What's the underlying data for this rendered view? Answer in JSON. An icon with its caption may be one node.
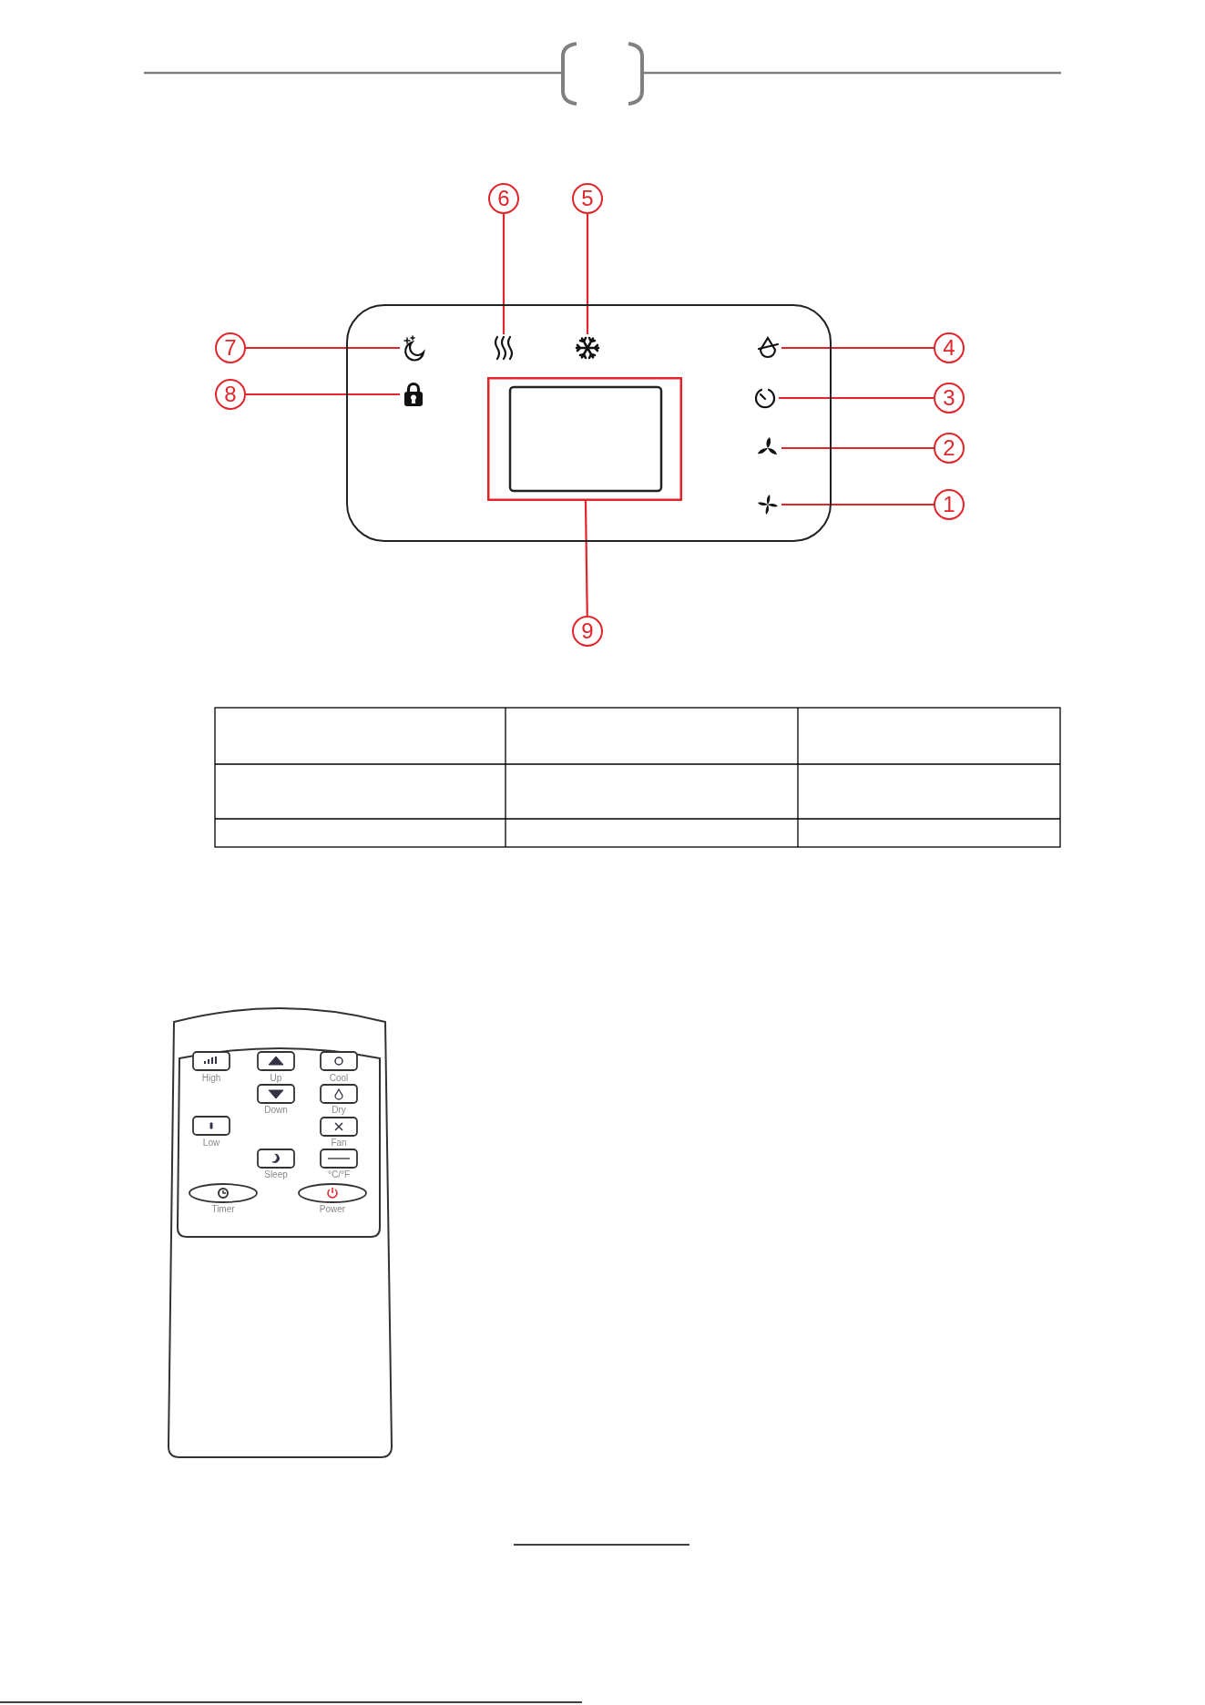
{
  "diagram": {
    "nodes": [
      {
        "text": [
          "6"
        ]
      },
      {
        "text": [
          "5"
        ]
      },
      {
        "text": [],
        "shape": "box"
      },
      {
        "text": [],
        "shape": "icon",
        "in": 2
      },
      {
        "text": [],
        "shape": "icon",
        "in": 2
      },
      {
        "text": [],
        "shape": "icon",
        "in": 2
      },
      {
        "text": [],
        "shape": "icon",
        "in": 2
      },
      {
        "text": [],
        "shape": "icon",
        "in": 2
      },
      {
        "text": [],
        "shape": "icon",
        "in": 2
      },
      {
        "text": [],
        "shape": "box",
        "in": 2
      },
      {
        "text": [],
        "shape": "icon",
        "in": 2
      },
      {
        "text": [],
        "shape": "icon",
        "in": 2
      },
      {
        "text": [
          "7"
        ]
      },
      {
        "text": [
          "4"
        ]
      },
      {
        "text": [
          "8"
        ]
      },
      {
        "text": [
          "3"
        ]
      },
      {
        "text": [
          "2"
        ]
      },
      {
        "text": [
          "1"
        ]
      },
      {
        "text": [
          "9"
        ]
      }
    ],
    "edges": [
      {
        "from": 0,
        "to": 4,
        "arrow": "none"
      },
      {
        "from": 1,
        "to": 5,
        "arrow": "none"
      },
      {
        "from": 12,
        "to": 3,
        "arrow": "none"
      },
      {
        "from": 13,
        "to": 6,
        "arrow": "none"
      },
      {
        "from": 14,
        "to": 8,
        "arrow": "none"
      },
      {
        "from": 15,
        "to": 7,
        "arrow": "none"
      },
      {
        "from": 16,
        "to": 10,
        "arrow": "none"
      },
      {
        "from": 17,
        "to": 11,
        "arrow": "none"
      },
      {
        "from": 18,
        "to": 9,
        "arrow": "none"
      }
    ],
    "labels": [
      "High",
      "Up",
      "Cool",
      "Down",
      "Dry",
      "Low",
      "Fan",
      "Sleep",
      "°C/°F",
      "Timer",
      "Power"
    ]
  }
}
